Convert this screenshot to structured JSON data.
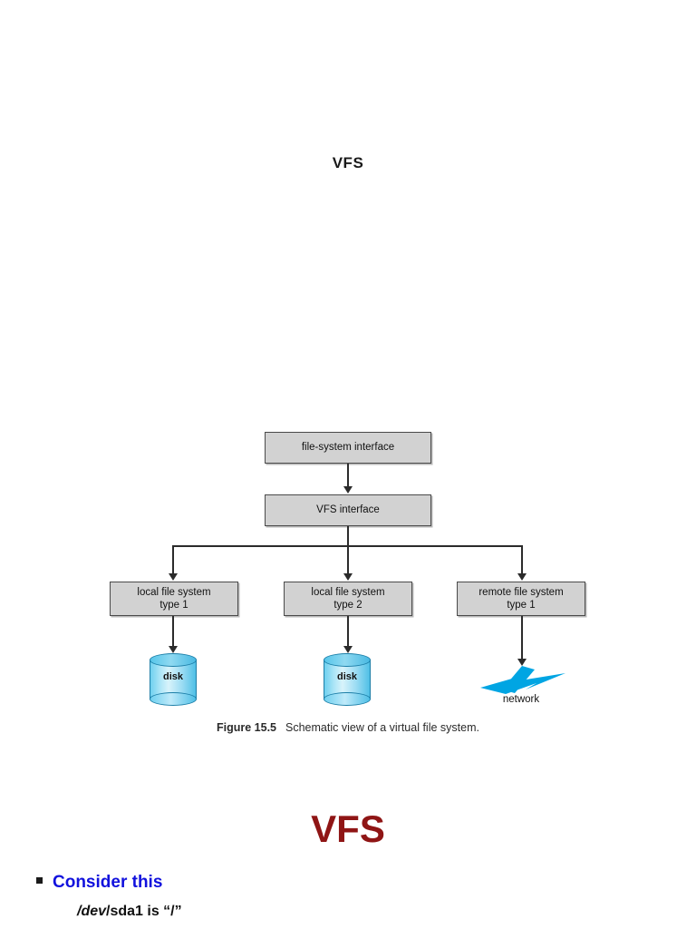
{
  "top_title": "VFS",
  "figure": {
    "nodes": [
      {
        "id": "file-system-interface",
        "label": "file-system interface"
      },
      {
        "id": "vfs-interface",
        "label": "VFS interface"
      },
      {
        "id": "local-type-1",
        "line1": "local file system",
        "line2": "type 1"
      },
      {
        "id": "local-type-2",
        "line1": "local file system",
        "line2": "type 2"
      },
      {
        "id": "remote-type-1",
        "line1": "remote file system",
        "line2": "type 1"
      }
    ],
    "storage": [
      {
        "id": "disk-1",
        "label": "disk",
        "icon": "disk-cylinder-icon"
      },
      {
        "id": "disk-2",
        "label": "disk",
        "icon": "disk-cylinder-icon"
      },
      {
        "id": "network-1",
        "label": "network",
        "icon": "network-bolt-icon"
      }
    ],
    "caption_number": "Figure 15.5",
    "caption_text": "Schematic view of a virtual file system.",
    "colors": {
      "box_fill": "#d2d2d2",
      "box_border": "#4a4a4a",
      "connector": "#2b2b2b",
      "disk_blue": "#6fd0ef",
      "network_blue": "#00a5e3"
    }
  },
  "slide": {
    "title": "VFS",
    "title_color": "#8f1515",
    "bullet_label": "Consider this",
    "bullet_color": "#1111dd",
    "sub_line_dev": "/dev",
    "sub_line_rest": "/sda1 is “/”"
  }
}
